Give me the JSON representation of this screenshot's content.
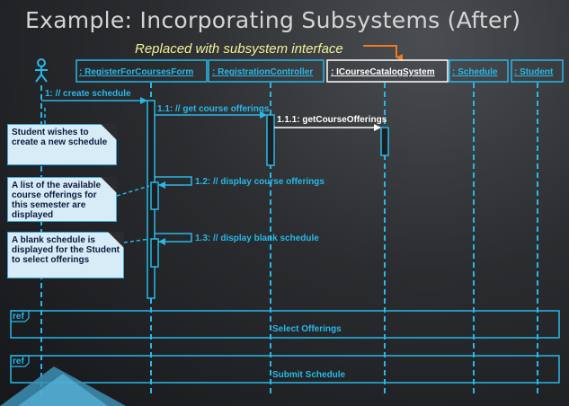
{
  "title": "Example: Incorporating Subsystems (After)",
  "callout": "Replaced with subsystem interface",
  "lifelines": [
    {
      "name": ": RegisterForCoursesForm"
    },
    {
      "name": ": RegistrationController"
    },
    {
      "name": ": ICourseCatalogSystem"
    },
    {
      "name": ": Schedule"
    },
    {
      "name": ": Student"
    }
  ],
  "messages": {
    "m1": "1: // create schedule",
    "m11": "1.1: // get course offerings",
    "m111": "1.1.1: getCourseOfferings",
    "m12": "1.2: // display course offerings",
    "m13": "1.3: // display blank schedule"
  },
  "notes": {
    "n1": "Student wishes to create a new schedule",
    "n2": "A list of the available course offerings for this semester are displayed",
    "n3": "A blank schedule is displayed for the Student to select offerings"
  },
  "frames": [
    {
      "tag": "ref",
      "label": "Select Offerings"
    },
    {
      "tag": "ref",
      "label": "Submit Schedule"
    }
  ],
  "colors": {
    "accent": "#28b8e8",
    "callout": "#f2f29a",
    "arrow_orange": "#f07a20"
  }
}
